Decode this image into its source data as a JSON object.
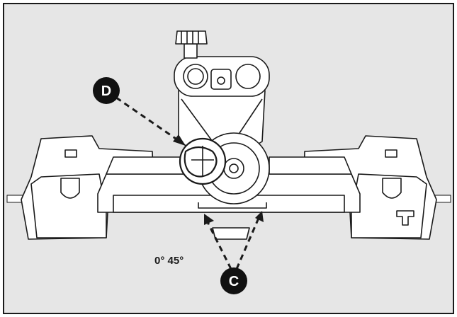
{
  "colors": {
    "frame": "#1a1a1a",
    "background": "#e6e6e6",
    "machine": "#ffffff",
    "stroke": "#1a1a1a",
    "callout_fill": "#111111",
    "callout_text": "#ffffff"
  },
  "callouts": {
    "d": {
      "label": "D"
    },
    "c": {
      "label": "C"
    }
  },
  "scale": {
    "angles_label": "0° 45°"
  }
}
